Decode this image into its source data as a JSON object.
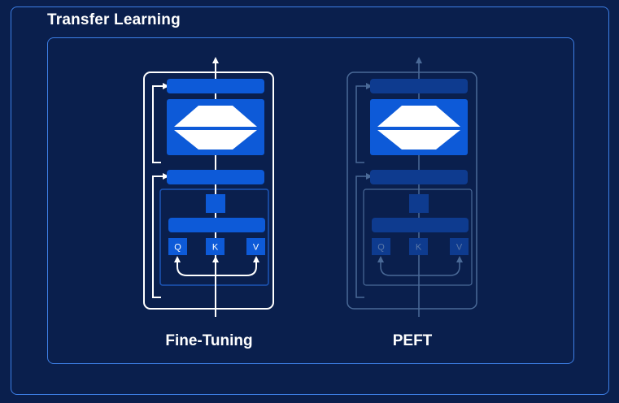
{
  "title": "Transfer Learning",
  "panels": [
    {
      "caption": "Fine-Tuning",
      "state": "active"
    },
    {
      "caption": "PEFT",
      "state": "dimmed"
    }
  ],
  "attention_inputs": [
    "Q",
    "K",
    "V"
  ],
  "colors": {
    "background": "#0a1f4d",
    "frame": "#3d7fe6",
    "block": "#0d5ad8",
    "white": "#ffffff",
    "dim_line": "#4a6a98",
    "dim_block": "#0e3b8f"
  }
}
